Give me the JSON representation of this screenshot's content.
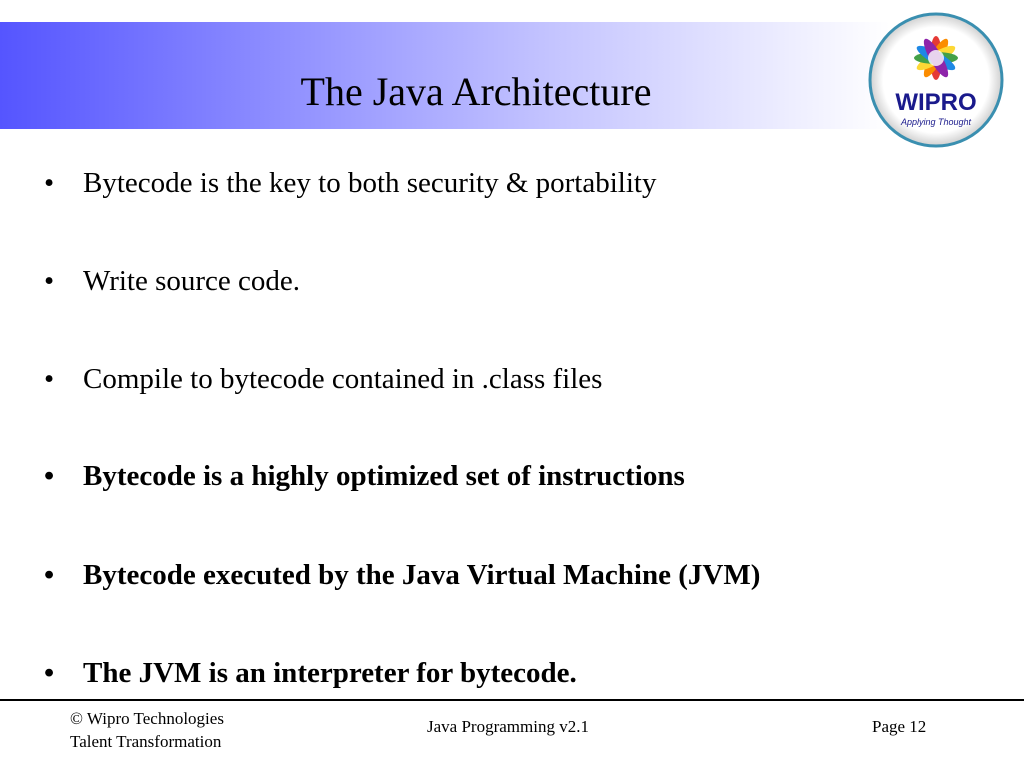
{
  "slide": {
    "title": "The Java Architecture"
  },
  "logo": {
    "name": "WIPRO",
    "tagline": "Applying Thought",
    "icon": "wipro-flower-logo"
  },
  "bullets": [
    {
      "text": "Bytecode is the key to both security & portability",
      "bold": false
    },
    {
      "text": "Write source code.",
      "bold": false
    },
    {
      "text": "Compile to bytecode contained in .class files",
      "bold": false
    },
    {
      "text": "Bytecode is a highly optimized set of instructions",
      "bold": true
    },
    {
      "text": "Bytecode executed by the Java Virtual Machine (JVM)",
      "bold": true
    },
    {
      "text": "The JVM is an interpreter for bytecode.",
      "bold": true
    }
  ],
  "bullet_symbol": "•",
  "footer": {
    "copyright": "© Wipro Technologies",
    "department": "Talent Transformation",
    "course": "Java Programming  v2.1",
    "page": "Page 12"
  },
  "colors": {
    "title_band_start": "#5555ff",
    "title_band_end": "#ffffff",
    "logo_text": "#1a1a8c"
  }
}
